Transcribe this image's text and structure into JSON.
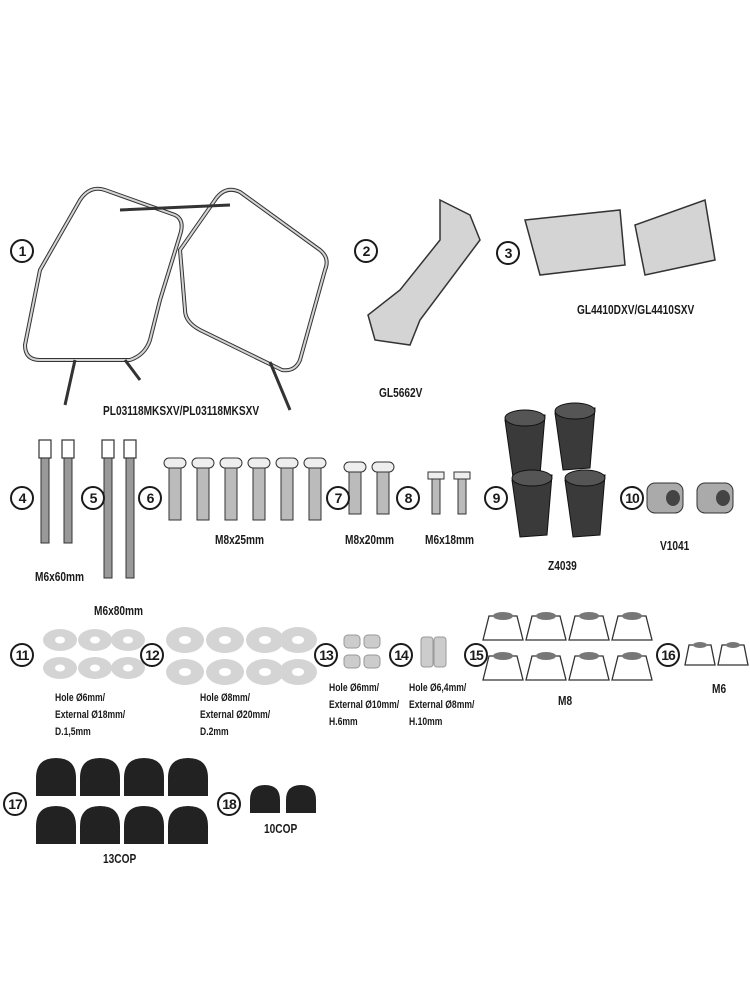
{
  "parts": [
    {
      "num": "1",
      "code": "PL03118MKSXV/PL03118MKSXV"
    },
    {
      "num": "2",
      "code": "GL5662V"
    },
    {
      "num": "3",
      "code": "GL4410DXV/GL4410SXV"
    },
    {
      "num": "4",
      "code": "M6x60mm"
    },
    {
      "num": "5",
      "code": "M6x80mm"
    },
    {
      "num": "6",
      "code": "M8x25mm"
    },
    {
      "num": "7",
      "code": "M8x20mm"
    },
    {
      "num": "8",
      "code": "M6x18mm"
    },
    {
      "num": "9",
      "code": "Z4039"
    },
    {
      "num": "10",
      "code": "V1041"
    },
    {
      "num": "11",
      "lines": [
        "Hole Ø6mm/",
        "External Ø18mm/",
        "D.1,5mm"
      ]
    },
    {
      "num": "12",
      "lines": [
        "Hole Ø8mm/",
        "External Ø20mm/",
        "D.2mm"
      ]
    },
    {
      "num": "13",
      "lines": [
        "Hole Ø6mm/",
        "External Ø10mm/",
        "H.6mm"
      ]
    },
    {
      "num": "14",
      "lines": [
        "Hole Ø6,4mm/",
        "External Ø8mm/",
        "H.10mm"
      ]
    },
    {
      "num": "15",
      "code": "M8"
    },
    {
      "num": "16",
      "code": "M6"
    },
    {
      "num": "17",
      "code": "13COP"
    },
    {
      "num": "18",
      "code": "10COP"
    }
  ],
  "colors": {
    "metal": "#d4d4d4",
    "dark": "#3a3a3a",
    "line": "#333333"
  }
}
